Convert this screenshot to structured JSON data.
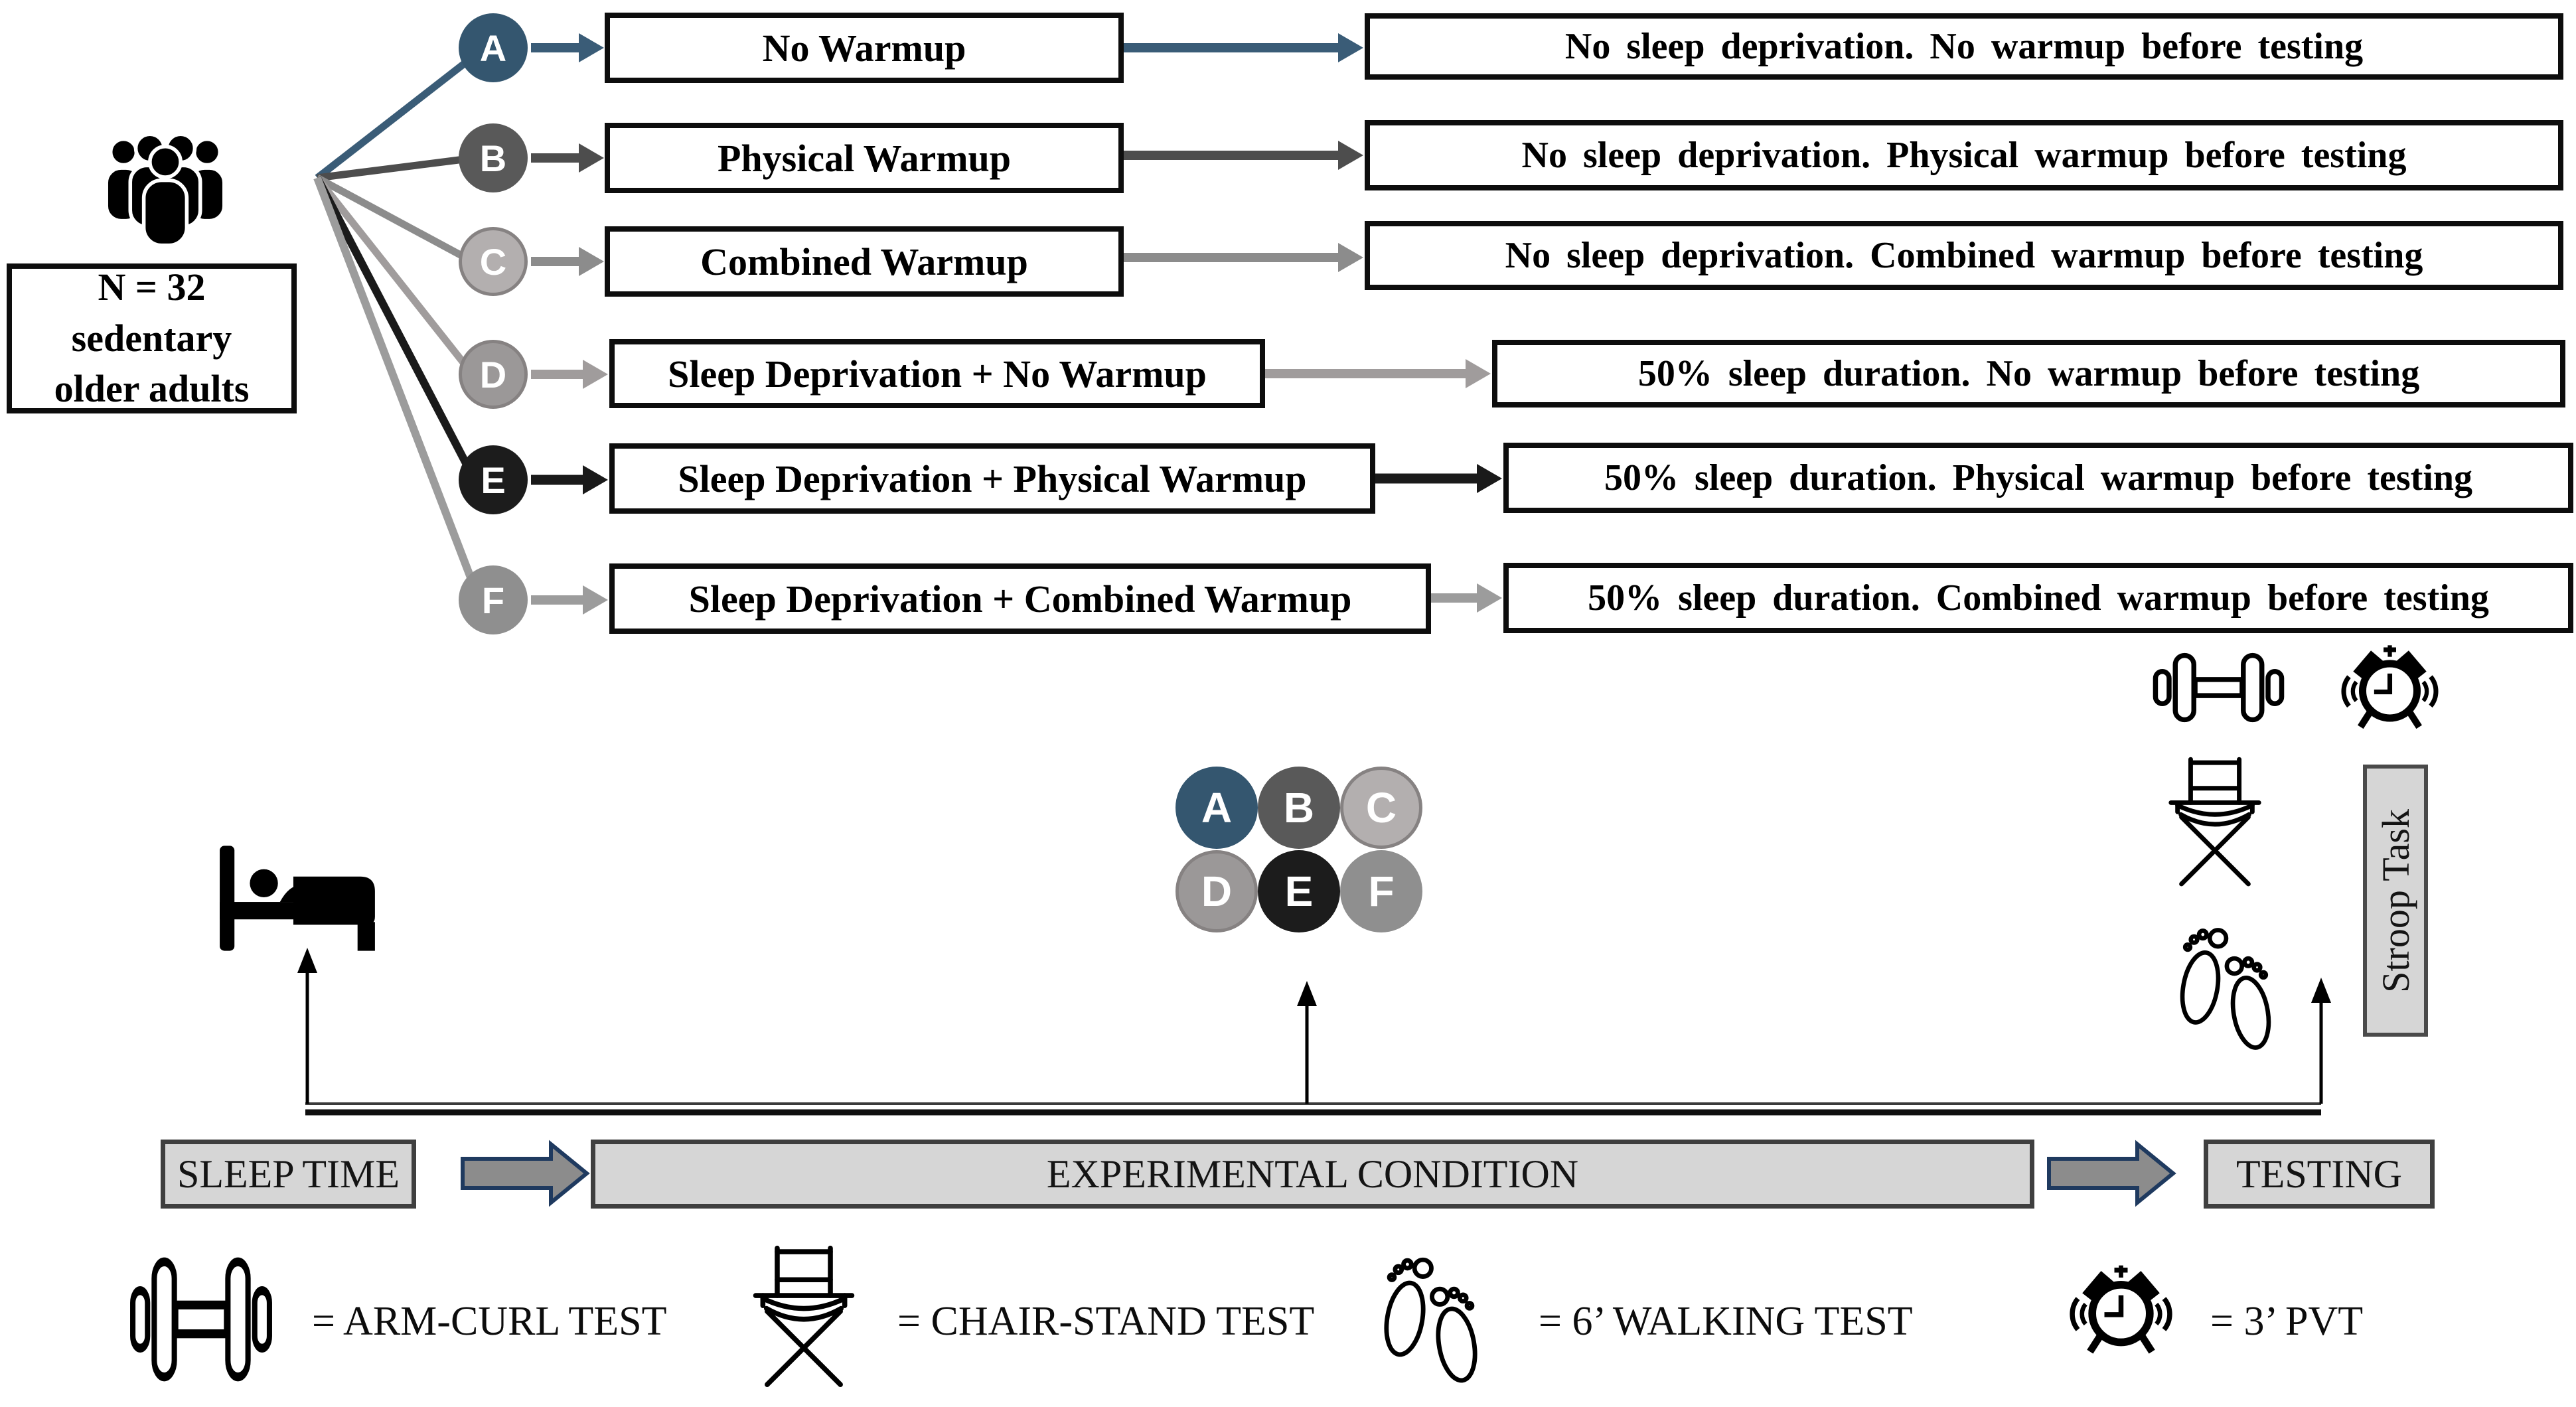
{
  "cohort": {
    "population_label": "N = 32\nsedentary\nolder adults"
  },
  "conditions": [
    {
      "id": "A",
      "circle_color": "#34566F",
      "line_color": "#3A5C77",
      "box_label": "No Warmup",
      "outcome": "No sleep deprivation. No warmup before testing"
    },
    {
      "id": "B",
      "circle_color": "#595959",
      "line_color": "#4D4D4D",
      "box_label": "Physical Warmup",
      "outcome": "No sleep deprivation. Physical warmup before testing"
    },
    {
      "id": "C",
      "circle_color": "#B3AFAF",
      "line_color": "#8C8C8C",
      "box_label": "Combined Warmup",
      "outcome": "No sleep deprivation. Combined warmup before testing"
    },
    {
      "id": "D",
      "circle_color": "#9B9898",
      "line_color": "#A09C9C",
      "box_label": "Sleep Deprivation + No Warmup",
      "outcome": "50% sleep duration. No warmup before testing"
    },
    {
      "id": "E",
      "circle_color": "#1C1C1C",
      "line_color": "#1A1A1A",
      "box_label": "Sleep Deprivation + Physical Warmup",
      "outcome": "50% sleep duration. Physical warmup before testing"
    },
    {
      "id": "F",
      "circle_color": "#8F8F8F",
      "line_color": "#9C9C9C",
      "box_label": "Sleep Deprivation + Combined Warmup",
      "outcome": "50% sleep duration. Combined warmup before testing"
    }
  ],
  "timeline": {
    "stages": [
      {
        "label": "SLEEP TIME"
      },
      {
        "label": "EXPERIMENTAL CONDITION"
      },
      {
        "label": "TESTING"
      }
    ],
    "stroop_label": "Stroop Task"
  },
  "legend": {
    "items": [
      {
        "icon": "dumbbell-icon",
        "label": "= ARM-CURL TEST"
      },
      {
        "icon": "chair-icon",
        "label": "= CHAIR-STAND TEST"
      },
      {
        "icon": "footprints-icon",
        "label": "= 6’ WALKING TEST"
      },
      {
        "icon": "alarm-clock-icon",
        "label": "= 3’ PVT"
      }
    ]
  },
  "colors": {
    "block_arrow_fill": "#8C8C8C",
    "block_arrow_border": "#1F3A5F",
    "panel_gray": "#D6D6D6"
  }
}
